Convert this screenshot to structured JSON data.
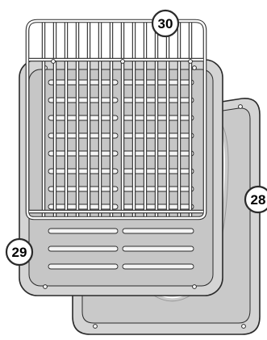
{
  "callouts": {
    "rack": "30",
    "drip_pan": "29",
    "baking_tray": "28"
  },
  "colors": {
    "pan_fill": "#d4d4d4",
    "pan_inner": "#c6c6c6",
    "slot_fill": "#f4f4f4",
    "outline": "#2a2a2a",
    "wire": "#ffffff",
    "callout_bg": "#ffffff"
  },
  "icons": {
    "rack": "wire-grill-rack",
    "drip_pan": "slotted-drip-pan",
    "baking_tray": "deep-baking-tray"
  }
}
